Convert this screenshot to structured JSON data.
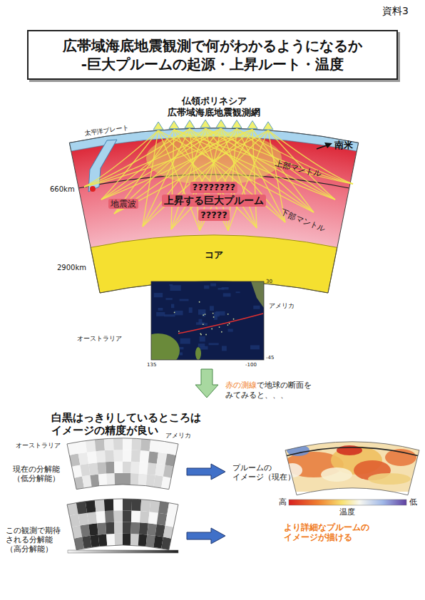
{
  "diagram": {
    "nodes": [
      {
        "text": [
          "広帯域海底地震観測で何がわかるようになるか",
          "-巨大プルームの起源・上昇ルート・温度"
        ]
      }
    ],
    "labels": [
      "資料3",
      "仏領ポリネシア",
      "広帯域海底地震観測網",
      "太平洋プレート",
      "南米",
      "上部マントル",
      "660km",
      "????????",
      "上昇する巨大プルーム",
      "?????",
      "地震波",
      "下部マントル",
      "コア",
      "2900km",
      "30",
      "アメリカ",
      "オーストラリア",
      "135",
      "-100",
      "-45",
      "赤の測線",
      "で地球の断面をみてみると、、、",
      "白黒はっきりしているところは イメージの精度が良い",
      "オーストラリア",
      "アメリカ",
      "現在の分解能 （低分解能）",
      "この観測で期待される分解能 （高分解能）",
      "プルームの イメージ（現在）",
      "高",
      "低",
      "温度",
      "より詳細なプルームの イメージが描ける"
    ]
  }
}
